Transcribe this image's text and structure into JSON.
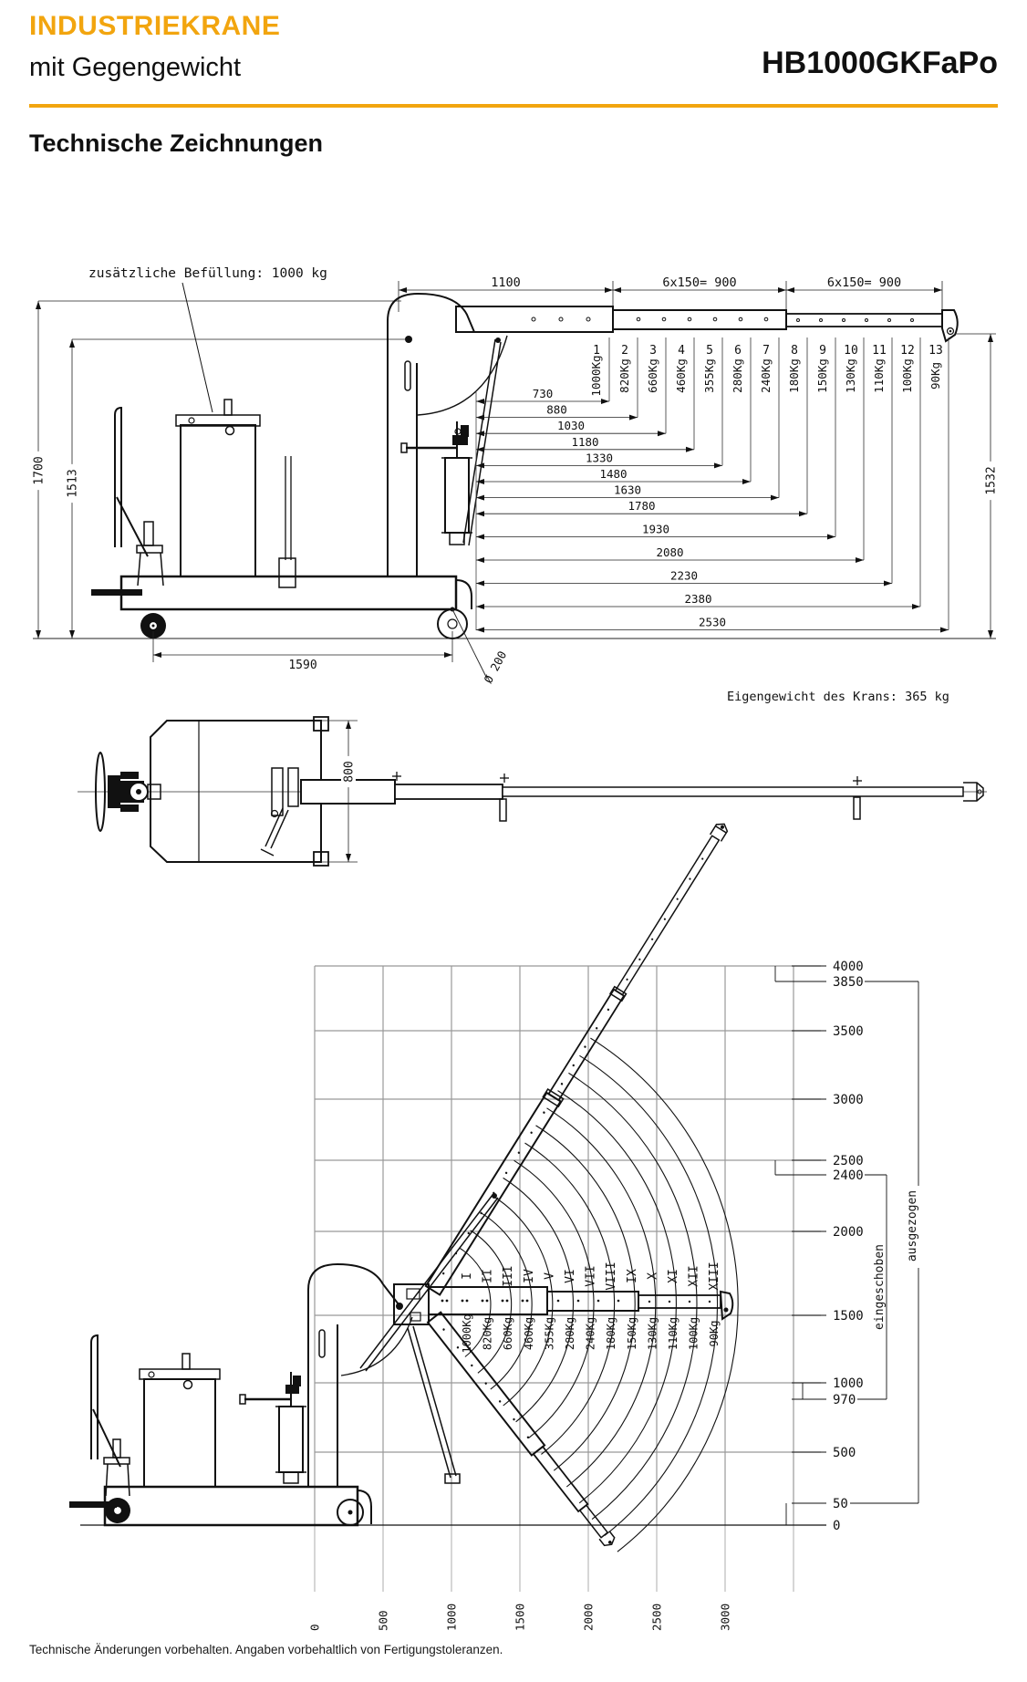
{
  "header": {
    "brand": "INDUSTRIEKRANE",
    "subtitle": "mit Gegengewicht",
    "model": "HB1000GKFaPo"
  },
  "colors": {
    "accent": "#F2A50F",
    "ink": "#111111",
    "grid": "#999999"
  },
  "section_title": "Technische Zeichnungen",
  "weight_note": "Eigengewicht des Krans: 365 kg",
  "footer": "Technische Änderungen vorbehalten. Angaben vorbehaltlich von Fertigungstoleranzen.",
  "side_view": {
    "annotation": "zusätzliche Befüllung: 1000 kg",
    "top_dims": [
      "1100",
      "6x150= 900",
      "6x150= 900"
    ],
    "height_dims": [
      "1700",
      "1513"
    ],
    "tip_height_dim": "1532",
    "wheelbase_dim": "1590",
    "wheel_dia": "Ø 200",
    "positions": [
      {
        "no": "1",
        "load": "1000Kg",
        "reach": "730"
      },
      {
        "no": "2",
        "load": "820Kg",
        "reach": "880"
      },
      {
        "no": "3",
        "load": "660Kg",
        "reach": "1030"
      },
      {
        "no": "4",
        "load": "460Kg",
        "reach": "1180"
      },
      {
        "no": "5",
        "load": "355Kg",
        "reach": "1330"
      },
      {
        "no": "6",
        "load": "280Kg",
        "reach": "1480"
      },
      {
        "no": "7",
        "load": "240Kg",
        "reach": "1630"
      },
      {
        "no": "8",
        "load": "180Kg",
        "reach": "1780"
      },
      {
        "no": "9",
        "load": "150Kg",
        "reach": "1930"
      },
      {
        "no": "10",
        "load": "130Kg",
        "reach": "2080"
      },
      {
        "no": "11",
        "load": "110Kg",
        "reach": "2230"
      },
      {
        "no": "12",
        "load": "100Kg",
        "reach": "2380"
      },
      {
        "no": "13",
        "load": "90Kg",
        "reach": "2530"
      }
    ]
  },
  "top_view": {
    "width_dim": "800"
  },
  "chart_data": {
    "type": "line",
    "description": "Arbeitsbereich-Diagramm: Hakenhöhe über Ausladung, 13 Auslegerstellungen",
    "y_tick_labels": [
      "4000",
      "3850",
      "3500",
      "3000",
      "2500",
      "2400",
      "2000",
      "1500",
      "1000",
      "970",
      "500",
      "50",
      "0"
    ],
    "x_tick_labels": [
      "0",
      "500",
      "1000",
      "1500",
      "2000",
      "2500",
      "3000"
    ],
    "y_gridlines": [
      4000,
      3500,
      3000,
      2500,
      2000,
      1500,
      1000,
      500
    ],
    "annotations": {
      "retracted": "eingeschoben",
      "extended": "ausgezogen"
    },
    "boom_positions": [
      {
        "numeral": "I",
        "load": "1000Kg"
      },
      {
        "numeral": "II",
        "load": "820Kg"
      },
      {
        "numeral": "III",
        "load": "660Kg"
      },
      {
        "numeral": "IV",
        "load": "460Kg"
      },
      {
        "numeral": "V",
        "load": "355Kg"
      },
      {
        "numeral": "VI",
        "load": "280Kg"
      },
      {
        "numeral": "VII",
        "load": "240Kg"
      },
      {
        "numeral": "VIII",
        "load": "180Kg"
      },
      {
        "numeral": "IX",
        "load": "150Kg"
      },
      {
        "numeral": "X",
        "load": "130Kg"
      },
      {
        "numeral": "XI",
        "load": "110Kg"
      },
      {
        "numeral": "XII",
        "load": "100Kg"
      },
      {
        "numeral": "XIII",
        "load": "90Kg"
      }
    ]
  }
}
